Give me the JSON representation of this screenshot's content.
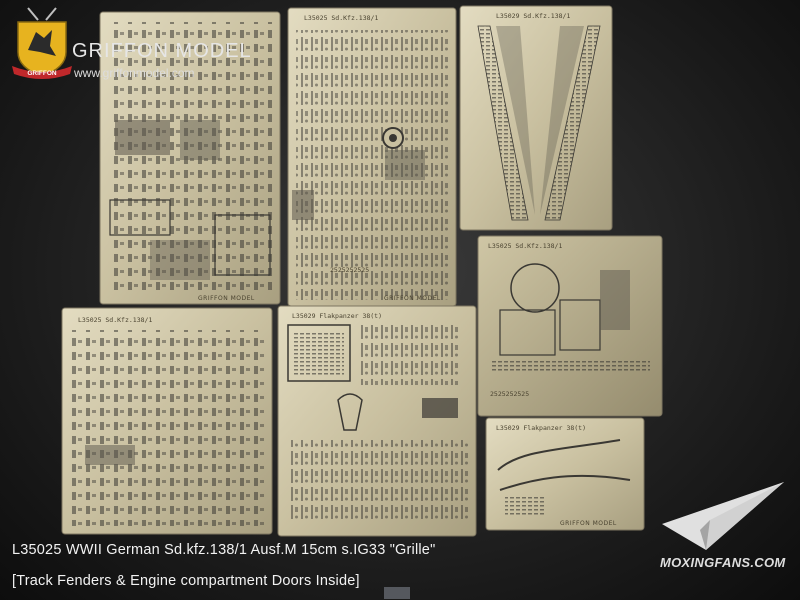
{
  "brand": {
    "name": "GRIFFON MODEL",
    "url": "www.griffonmodel.com",
    "badge_text": "GRIFFON"
  },
  "sheets": {
    "sheet_top_center_label": "L35025 Sd.Kfz.138/1",
    "sheet_top_right_label": "L35029 Sd.Kfz.138/1",
    "sheet_mid_right_label": "L35025 Sd.Kfz.138/1",
    "sheet_bottom_left_label": "L35025 Sd.Kfz.138/1",
    "sheet_bottom_center_label": "L35029 Flakpanzer 38(t)",
    "sheet_bottom_right_label": "L35029 Flakpanzer 38(t)",
    "sheet_brand_mark": "GRIFFON MODEL",
    "part_number_row": "2525252525"
  },
  "caption": {
    "line1": "L35025 WWII German Sd.kfz.138/1 Ausf.M 15cm s.IG33 \"Grille\"",
    "line2": "[Track Fenders & Engine compartment Doors Inside]"
  },
  "watermark": {
    "text": "MOXINGFANS.COM"
  },
  "colors": {
    "background": "#1f1f1f",
    "brass_light": "#d9d1b4",
    "brass_mid": "#b8ad8a",
    "brass_dark": "#8d8467",
    "logo_yellow": "#e7b31f",
    "logo_red": "#c0282b"
  }
}
